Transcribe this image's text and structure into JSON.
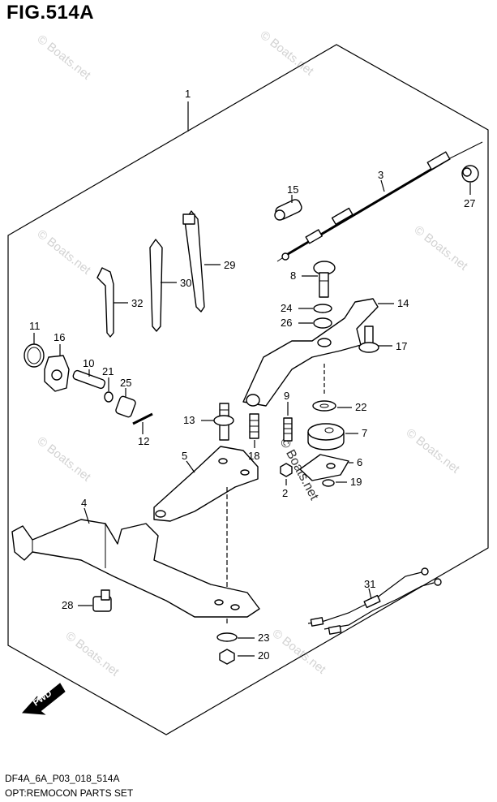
{
  "figure": {
    "title": "FIG.514A",
    "code": "DF4A_6A_P03_018_514A",
    "name": "OPT:REMOCON PARTS SET"
  },
  "watermark": "© Boats.net",
  "direction_label": "FWD",
  "callouts": {
    "p1": "1",
    "p2": "2",
    "p3": "3",
    "p4": "4",
    "p5": "5",
    "p6": "6",
    "p7": "7",
    "p8": "8",
    "p9": "9",
    "p10": "10",
    "p11": "11",
    "p12": "12",
    "p13": "13",
    "p14": "14",
    "p15": "15",
    "p16": "16",
    "p17": "17",
    "p18": "18",
    "p19": "19",
    "p20": "20",
    "p21": "21",
    "p22": "22",
    "p23": "23",
    "p24": "24",
    "p25": "25",
    "p26": "26",
    "p27": "27",
    "p28": "28",
    "p29": "29",
    "p30": "30",
    "p31": "31",
    "p32": "32"
  }
}
